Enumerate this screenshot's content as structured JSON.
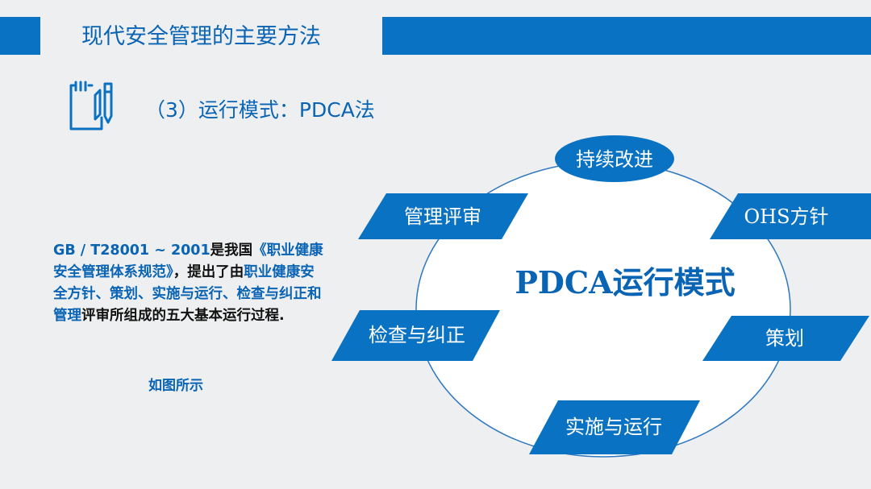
{
  "header": {
    "title": "现代安全管理的主要方法",
    "accent_color": "#0a72c2"
  },
  "section": {
    "icon": "note-pencil-icon",
    "subtitle": "（3）运行模式：PDCA法"
  },
  "description": {
    "segments": [
      {
        "text": "GB / T28001 ~ 2001",
        "highlight": true
      },
      {
        "text": "是我国",
        "highlight": false
      },
      {
        "text": "《职业健康安全管理体系规范》",
        "highlight": true
      },
      {
        "text": "，提出了由",
        "highlight": false
      },
      {
        "text": "职业健康安全方针、策划、实施与运行、检查与纠正和管理",
        "highlight": true
      },
      {
        "text": "评审所组成的五大基本运行过程.",
        "highlight": false
      }
    ],
    "as_shown": "如图所示"
  },
  "diagram": {
    "center_label": "PDCA运行模式",
    "top_label": "持续改进",
    "steps": [
      "OHS方针",
      "策划",
      "实施与运行",
      "检查与纠正",
      "管理评审"
    ]
  }
}
